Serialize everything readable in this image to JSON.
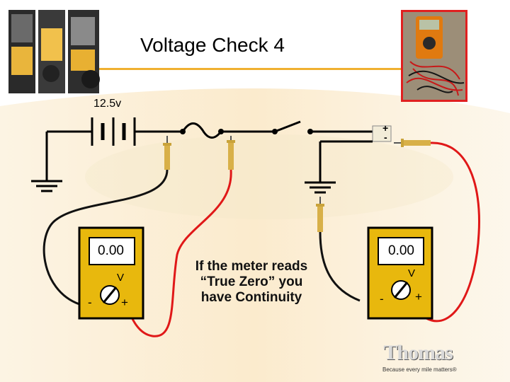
{
  "slide": {
    "title": "Voltage Check 4",
    "voltage_label": "12.5v",
    "caption_lines": [
      "If the meter reads",
      "“True Zero” you",
      "have Continuity"
    ]
  },
  "meters": {
    "left": {
      "reading": "0.00",
      "unit": "V",
      "minus": "-",
      "plus": "+"
    },
    "right": {
      "reading": "0.00",
      "unit": "V",
      "minus": "-",
      "plus": "+"
    }
  },
  "load": {
    "plus": "+",
    "minus": "-"
  },
  "logo": {
    "word": "Thomas",
    "tagline": "Because every mile matters®"
  },
  "colors": {
    "accent": "#f0b030",
    "lead_red": "#e01818",
    "lead_black": "#111111",
    "meter_body": "#e8b80d",
    "photo_border": "#e02020"
  }
}
